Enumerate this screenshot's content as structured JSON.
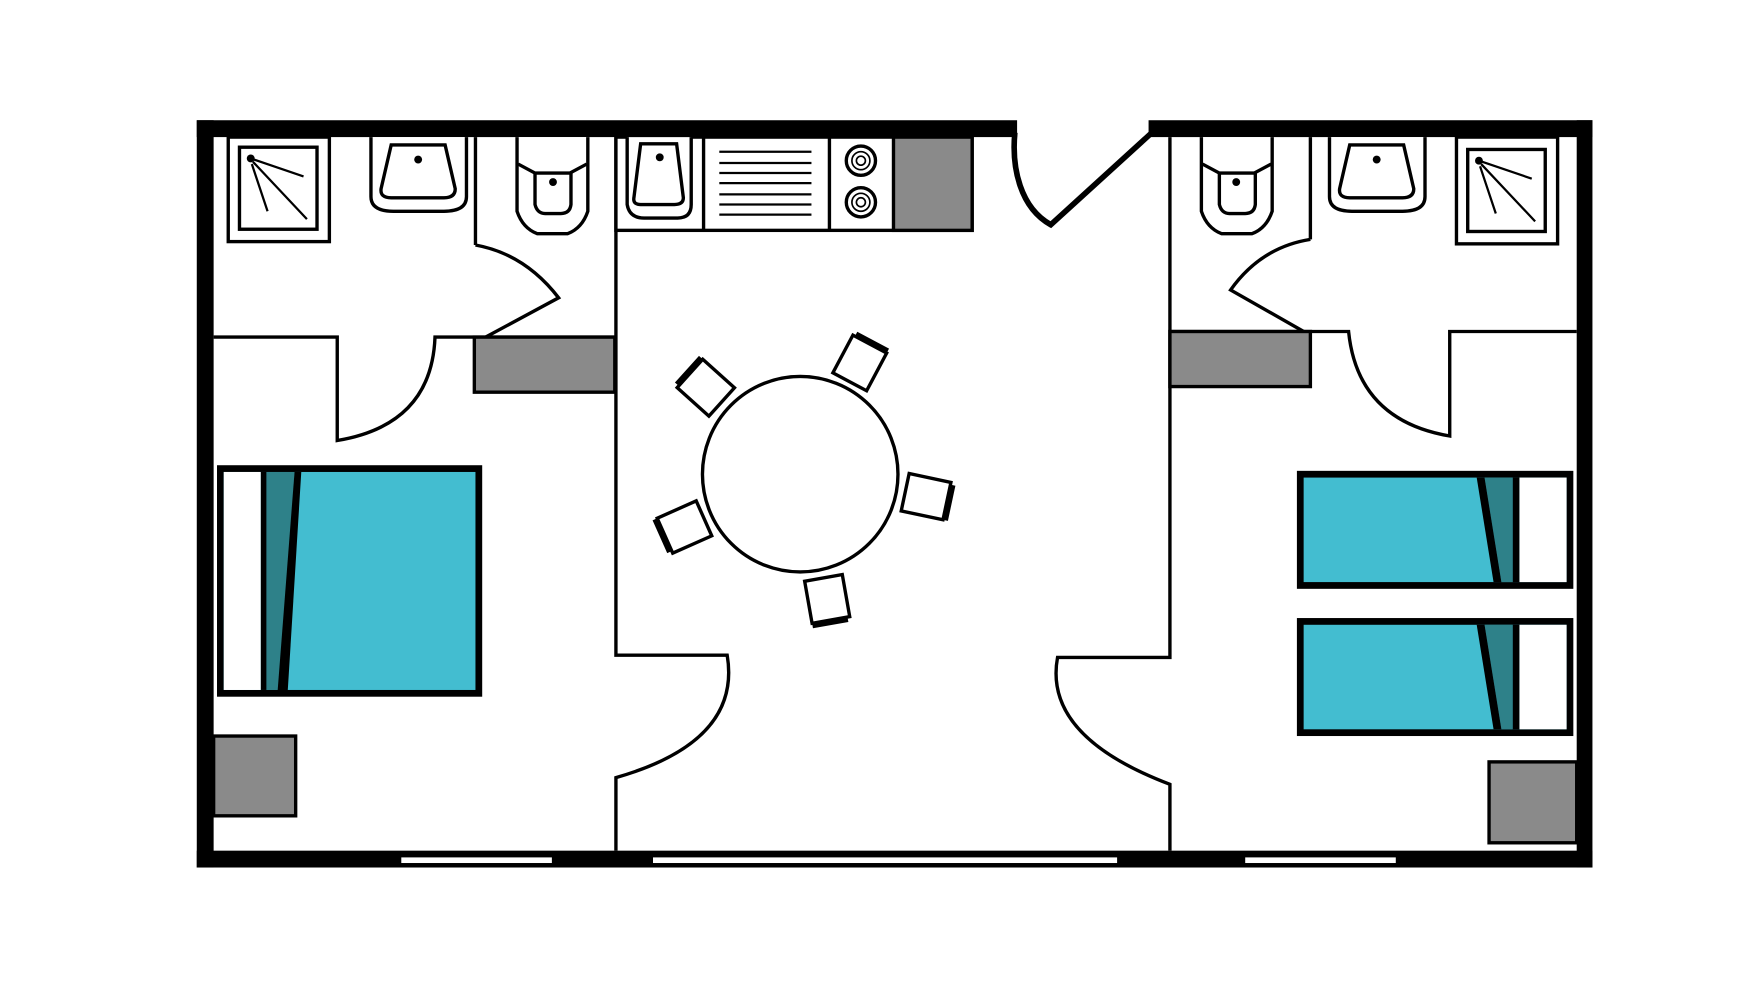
{
  "diagram": {
    "type": "floor-plan",
    "colors": {
      "wall": "#000000",
      "bed_sheet": "#43BDD0",
      "bed_fold": "#2E8189",
      "storage": "#8A8A8A",
      "background": "#FFFFFF"
    },
    "rooms": [
      "bathroom-left",
      "bedroom-left-double-bed",
      "kitchen-living-dining",
      "bathroom-right",
      "bedroom-right-twin-beds"
    ],
    "icons": [
      "shower-icon",
      "sink-icon",
      "toilet-icon",
      "stove-icon",
      "bed-icon",
      "dining-table-icon",
      "chair-icon",
      "wardrobe-icon",
      "door-swing-icon",
      "window-icon"
    ]
  }
}
